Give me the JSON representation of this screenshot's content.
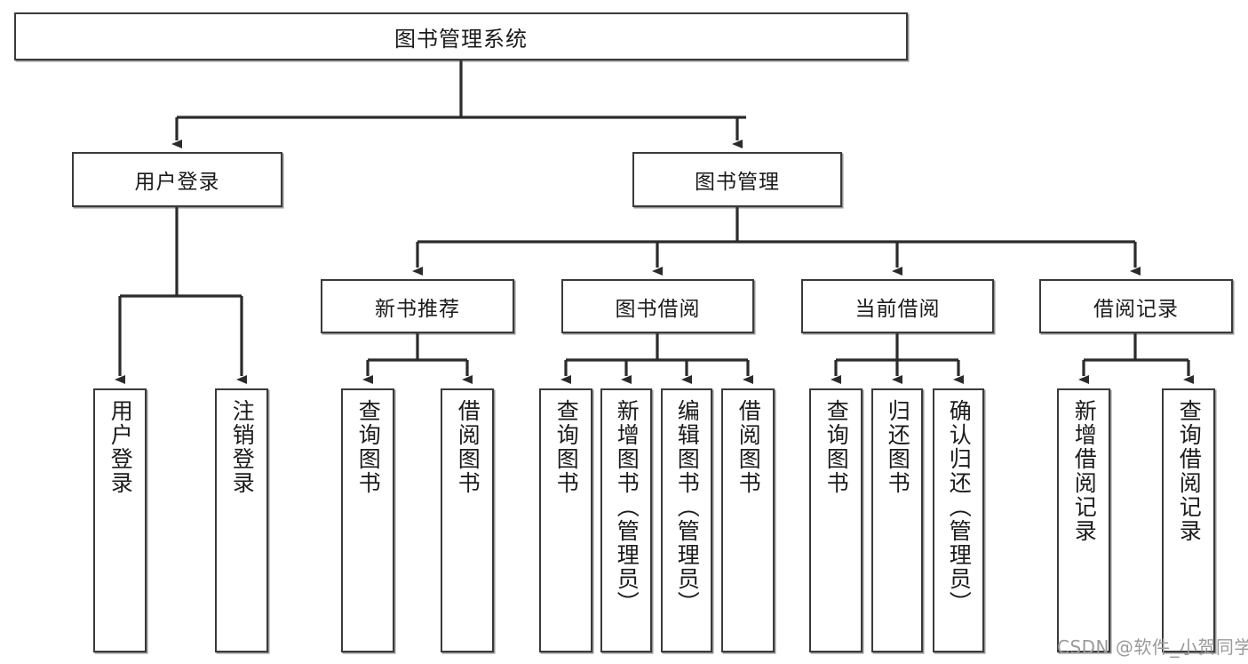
{
  "diagram": {
    "type": "tree-hierarchy-chart",
    "title": "图书管理系统",
    "watermark": "CSDN @软件_小贺同学",
    "colors": {
      "box_border": "#3a3a3a",
      "box_fill": "#ffffff",
      "connector": "#2b2b2b",
      "text": "#1b1b1b",
      "watermark": "#9a9a9a"
    },
    "root": {
      "label": "图书管理系统"
    },
    "level2": [
      {
        "label": "用户登录"
      },
      {
        "label": "图书管理"
      }
    ],
    "level3": [
      {
        "label": "新书推荐"
      },
      {
        "label": "图书借阅"
      },
      {
        "label": "当前借阅"
      },
      {
        "label": "借阅记录"
      }
    ],
    "leaves": {
      "user_login": [
        {
          "label": "用户登录"
        },
        {
          "label": "注销登录"
        }
      ],
      "new_book_recommend": [
        {
          "label": "查询图书"
        },
        {
          "label": "借阅图书"
        }
      ],
      "book_borrow": [
        {
          "label": "查询图书"
        },
        {
          "label": "新增图书（管理员）"
        },
        {
          "label": "编辑图书（管理员）"
        },
        {
          "label": "借阅图书"
        }
      ],
      "current_borrow": [
        {
          "label": "查询图书"
        },
        {
          "label": "归还图书"
        },
        {
          "label": "确认归还（管理员）"
        }
      ],
      "borrow_records": [
        {
          "label": "新增借阅记录"
        },
        {
          "label": "查询借阅记录"
        }
      ]
    }
  }
}
